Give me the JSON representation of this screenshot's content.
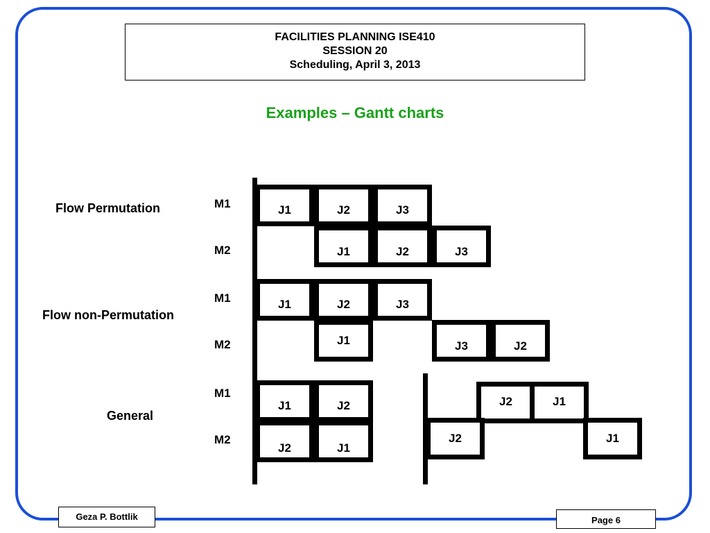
{
  "header": {
    "line1": "FACILITIES PLANNING ISE410",
    "line2": "SESSION 20",
    "line3": "Scheduling, April 3, 2013"
  },
  "subtitle": "Examples – Gantt charts",
  "colors": {
    "frame": "#1a4fd8",
    "subtitle": "#1aa11a"
  },
  "groups": [
    {
      "label": "Flow Permutation",
      "machines": [
        "M1",
        "M2"
      ]
    },
    {
      "label": "Flow non-Permutation",
      "machines": [
        "M1",
        "M2"
      ]
    },
    {
      "label": "General",
      "machines": [
        "M1",
        "M2"
      ]
    }
  ],
  "jobs": {
    "flow_perm": {
      "m1": [
        "J1",
        "J2",
        "J3"
      ],
      "m2": [
        "J1",
        "J2",
        "J3"
      ]
    },
    "flow_nonperm": {
      "m1": [
        "J1",
        "J2",
        "J3"
      ],
      "m2": [
        "J1",
        "J3",
        "J2"
      ]
    },
    "general_a": {
      "m1": [
        "J1",
        "J2"
      ],
      "m2": [
        "J2",
        "J1"
      ]
    },
    "general_b": {
      "m1": [
        "J2",
        "J1"
      ],
      "m2": [
        "J2",
        "J1"
      ]
    }
  },
  "footer": {
    "author": "Geza P. Bottlik",
    "page": "Page 6"
  }
}
